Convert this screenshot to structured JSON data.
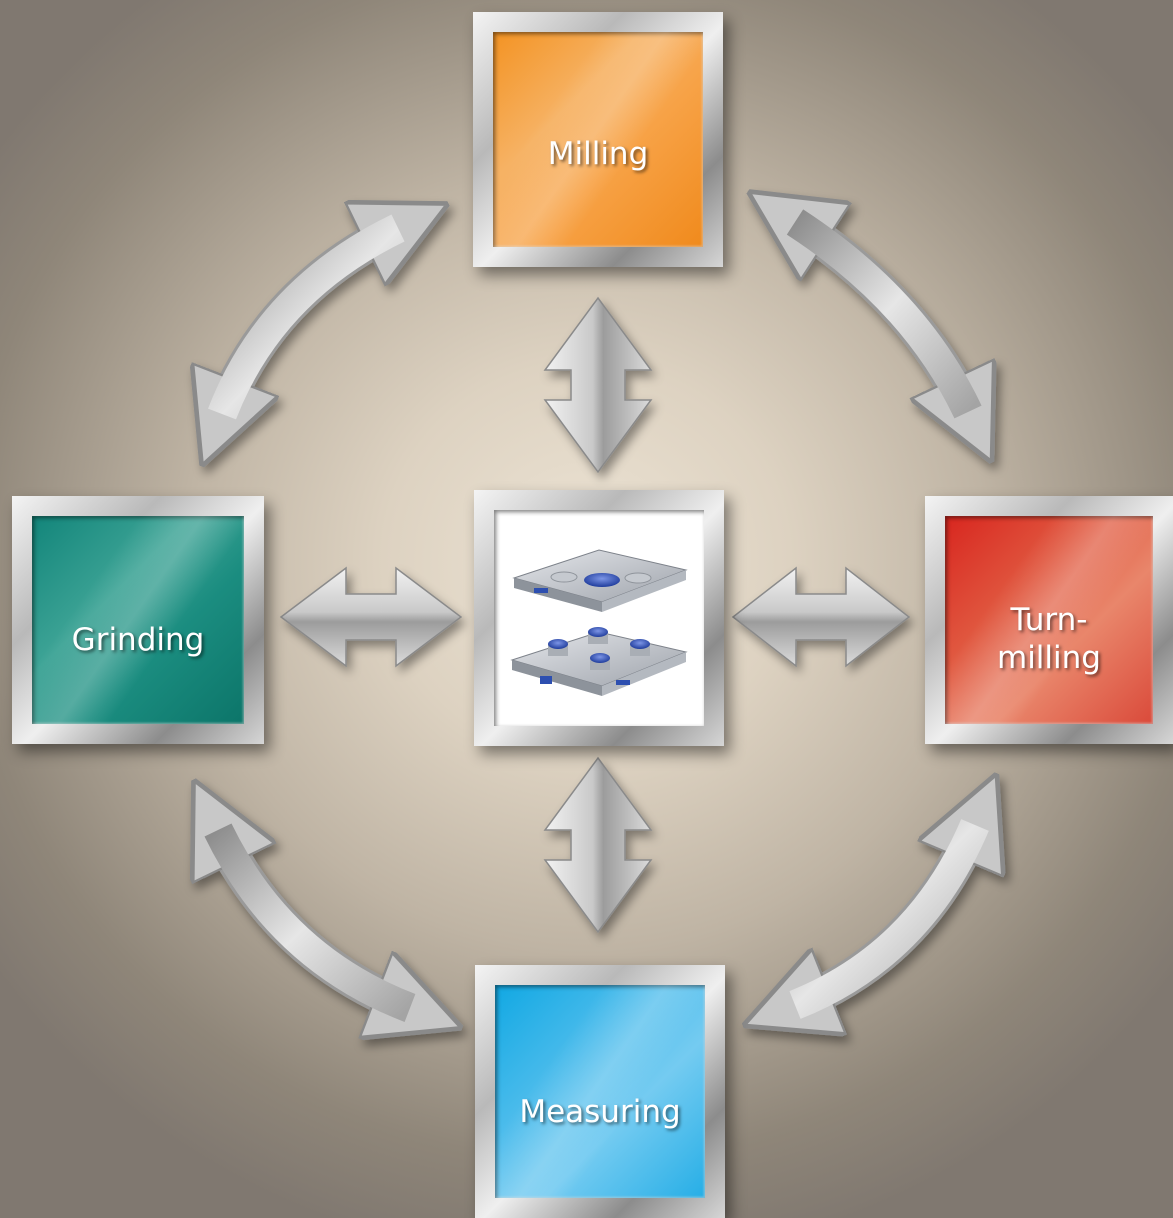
{
  "nodes": {
    "milling": {
      "label": "Milling",
      "color": "#f39323"
    },
    "grinding": {
      "label": "Grinding",
      "color": "#1b8d80"
    },
    "turnmilling": {
      "label": "Turn-\nmilling",
      "color": "#e0573f"
    },
    "measuring": {
      "label": "Measuring",
      "color": "#26aee6"
    },
    "center": {
      "label": ""
    }
  },
  "connectors": [
    {
      "from": "milling",
      "to": "center",
      "type": "bidirectional"
    },
    {
      "from": "grinding",
      "to": "center",
      "type": "bidirectional"
    },
    {
      "from": "turnmilling",
      "to": "center",
      "type": "bidirectional"
    },
    {
      "from": "measuring",
      "to": "center",
      "type": "bidirectional"
    },
    {
      "from": "milling",
      "to": "grinding",
      "type": "bidirectional-curved"
    },
    {
      "from": "milling",
      "to": "turnmilling",
      "type": "bidirectional-curved"
    },
    {
      "from": "grinding",
      "to": "measuring",
      "type": "bidirectional-curved"
    },
    {
      "from": "turnmilling",
      "to": "measuring",
      "type": "bidirectional-curved"
    }
  ],
  "center_image": {
    "depicts": "zero-point clamping system pallet with modules",
    "accent_color": "#2d4fb0"
  }
}
